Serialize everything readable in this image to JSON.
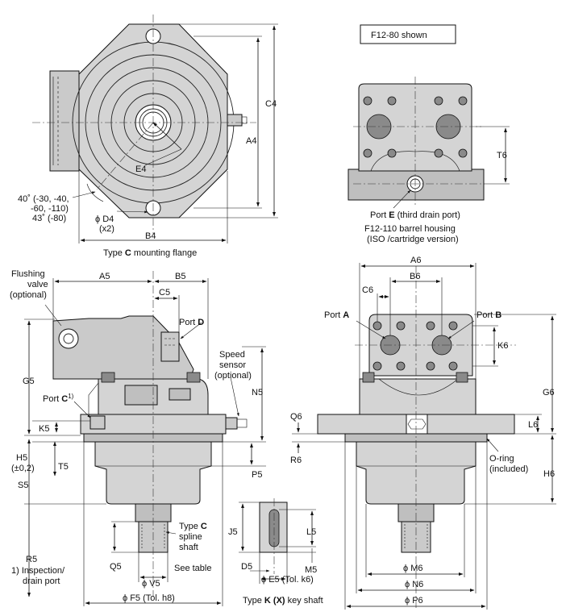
{
  "note_box": "F12-80 shown",
  "top_left": {
    "C4": "C4",
    "A4": "A4",
    "E4": "E4",
    "angle_line1": "40˚ (-30, -40,",
    "angle_line2": "-60, -110)",
    "angle_line3": "43˚ (-80)",
    "D4": "ϕ D4",
    "D4_count": "(x2)",
    "B4": "B4",
    "caption_pre": "Type ",
    "caption_bold": "C",
    "caption_post": " mounting flange"
  },
  "top_right": {
    "T6": "T6",
    "port_pre": "Port ",
    "port_bold": "E",
    "port_post": " (third drain port)",
    "housing_line1": "F12-110 barrel housing",
    "housing_line2": "(ISO /cartridge version)"
  },
  "bottom_left": {
    "flushing_1": "Flushing",
    "flushing_2": "valve",
    "flushing_3": "(optional)",
    "A5": "A5",
    "B5": "B5",
    "C5": "C5",
    "portD_pre": "Port ",
    "portD_bold": "D",
    "speed_1": "Speed",
    "speed_2": "sensor",
    "speed_3": "(optional)",
    "G5": "G5",
    "N5": "N5",
    "portC_pre": "Port ",
    "portC_bold": "C",
    "portC_sup": "1)",
    "K5": "K5",
    "H5": "H5",
    "H5_tol": "(±0,2)",
    "T5": "T5",
    "P5": "P5",
    "S5": "S5",
    "typeC_pre": "Type ",
    "typeC_bold": "C",
    "spline_1": "spline",
    "spline_2": "shaft",
    "J5": "J5",
    "L5": "L5",
    "Q5": "Q5",
    "see_table": "See table",
    "D5": "D5",
    "M5": "M5",
    "R5": "R5",
    "note_1": "1) Inspection/",
    "note_2": "drain port",
    "V5": "ϕ V5",
    "E5": "ϕ E5 (Tol. k6)",
    "F5": "ϕ F5 (Tol. h8)",
    "keyshaft_pre": "Type ",
    "keyshaft_bold": "K (X)",
    "keyshaft_post": " key shaft"
  },
  "bottom_right": {
    "A6": "A6",
    "B6": "B6",
    "C6": "C6",
    "portA_pre": "Port ",
    "portA_bold": "A",
    "portB_pre": "Port ",
    "portB_bold": "B",
    "K6": "K6",
    "G6": "G6",
    "Q6": "Q6",
    "L6": "L6",
    "R6": "R6",
    "oring_1": "O-ring",
    "oring_2": "(included)",
    "H6": "H6",
    "M6": "ϕ M6",
    "N6": "ϕ N6",
    "P6": "ϕ P6"
  }
}
